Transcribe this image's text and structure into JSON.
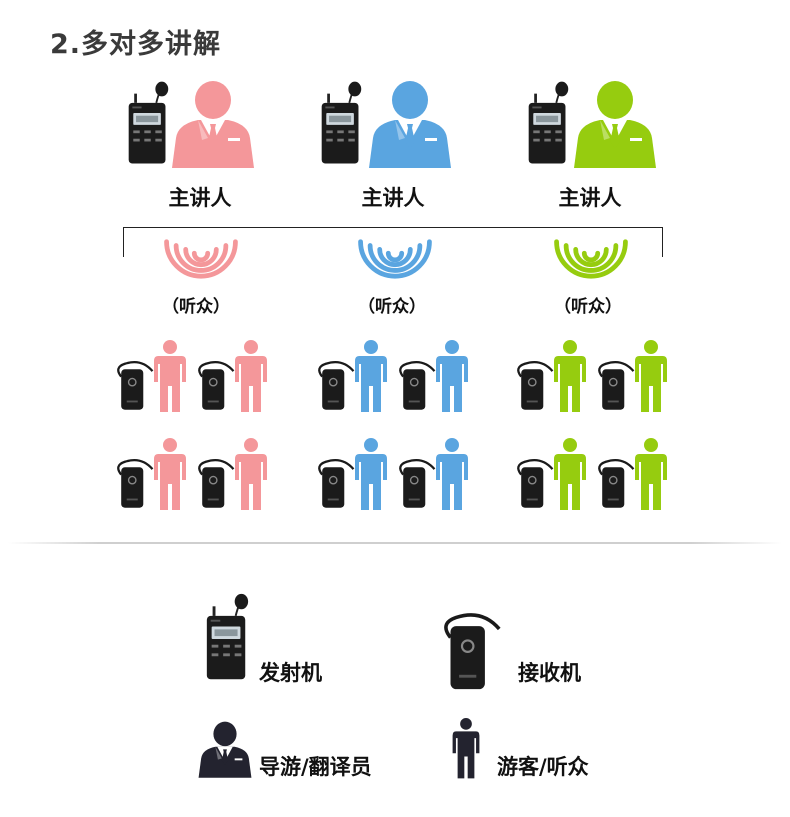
{
  "title": "2.多对多讲解",
  "colors": {
    "group_1": "#f4979a",
    "group_2": "#5aa5e0",
    "group_3": "#96cc0f",
    "legend": "#23232f",
    "device": "#161616"
  },
  "groups": [
    {
      "speaker_label": "主讲人",
      "listener_label": "（听众）",
      "color": "#f4979a"
    },
    {
      "speaker_label": "主讲人",
      "listener_label": "（听众）",
      "color": "#5aa5e0"
    },
    {
      "speaker_label": "主讲人",
      "listener_label": "（听众）",
      "color": "#96cc0f"
    }
  ],
  "legend": {
    "transmitter": "发射机",
    "receiver": "接收机",
    "guide": "导游/翻译员",
    "listener": "游客/听众"
  },
  "icons": {
    "transmitter": "transmitter-icon",
    "receiver": "receiver-icon",
    "speaker": "speaker-person-icon",
    "listener": "listener-person-icon",
    "signal": "signal-wave-icon"
  }
}
